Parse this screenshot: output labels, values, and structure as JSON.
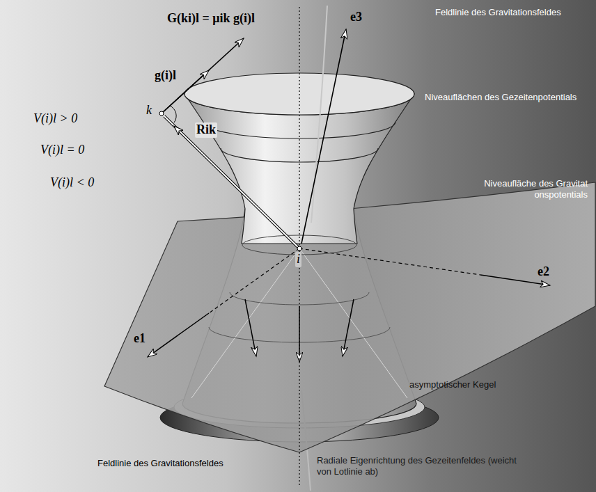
{
  "diagram": {
    "labels": [
      "Feldlinie des Gravitationsfeldes",
      "G(ki)l = μik g(i)l",
      "e3",
      "g(i)l",
      "Niveauflächen des Gezeitenpotentials",
      "k",
      "Rik",
      "V(i)l > 0",
      "V(i)l = 0",
      "Niveaufläche des Gravitat onspotentials",
      "V(i)l < 0",
      "i",
      "e2",
      "e1",
      "asymptotischer Kegel",
      "Feldlinie des Gravitationsfeldes",
      "Radiale Eigenrichtung des Gezeitenfeldes (weicht von Lotlinie ab)"
    ]
  }
}
